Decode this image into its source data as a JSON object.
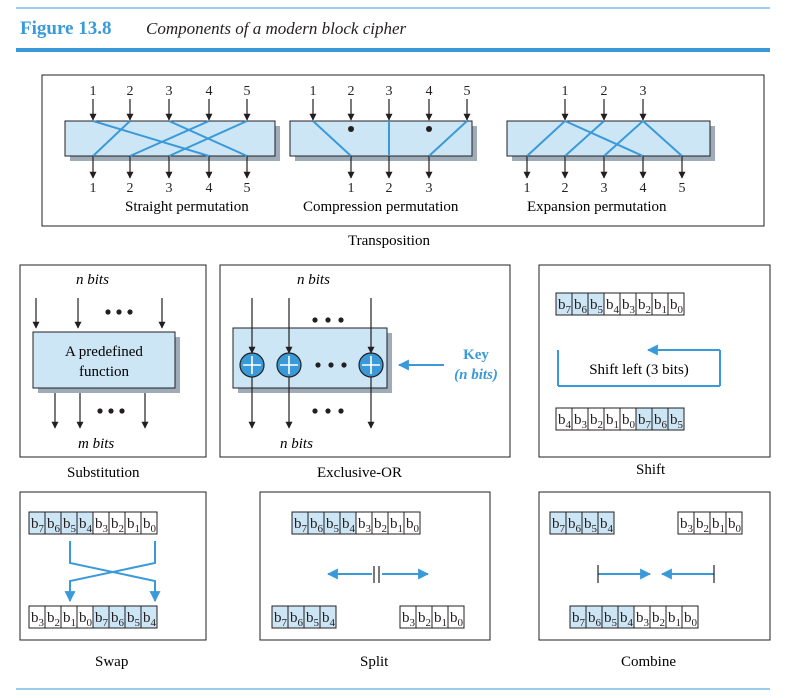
{
  "figure": {
    "label": "Figure 13.8",
    "title": "Components of a modern block cipher"
  },
  "transposition": {
    "heading": "Transposition",
    "straight": {
      "label": "Straight permutation",
      "inputs": [
        "1",
        "2",
        "3",
        "4",
        "5"
      ],
      "outputs": [
        "1",
        "2",
        "3",
        "4",
        "5"
      ]
    },
    "compression": {
      "label": "Compression permutation",
      "inputs": [
        "1",
        "2",
        "3",
        "4",
        "5"
      ],
      "outputs": [
        "1",
        "2",
        "3"
      ]
    },
    "expansion": {
      "label": "Expansion permutation",
      "inputs": [
        "1",
        "2",
        "3"
      ],
      "outputs": [
        "1",
        "2",
        "3",
        "4",
        "5"
      ]
    }
  },
  "substitution": {
    "caption": "Substitution",
    "top_label": "n bits",
    "bottom_label": "m bits",
    "box_line1": "A predefined",
    "box_line2": "function"
  },
  "xor": {
    "caption": "Exclusive-OR",
    "top_label": "n bits",
    "bottom_label": "n bits",
    "key_line1": "Key",
    "key_line2": "(n bits)"
  },
  "shift": {
    "caption": "Shift",
    "box_label": "Shift left (3 bits)",
    "top_bits": [
      "b7",
      "b6",
      "b5",
      "b4",
      "b3",
      "b2",
      "b1",
      "b0"
    ],
    "bottom_bits": [
      "b4",
      "b3",
      "b2",
      "b1",
      "b0",
      "b7",
      "b6",
      "b5"
    ]
  },
  "swap": {
    "caption": "Swap",
    "top_bits": [
      "b7",
      "b6",
      "b5",
      "b4",
      "b3",
      "b2",
      "b1",
      "b0"
    ],
    "bottom_bits": [
      "b3",
      "b2",
      "b1",
      "b0",
      "b7",
      "b6",
      "b5",
      "b4"
    ]
  },
  "split": {
    "caption": "Split",
    "top_bits": [
      "b7",
      "b6",
      "b5",
      "b4",
      "b3",
      "b2",
      "b1",
      "b0"
    ],
    "left_bits": [
      "b7",
      "b6",
      "b5",
      "b4"
    ],
    "right_bits": [
      "b3",
      "b2",
      "b1",
      "b0"
    ]
  },
  "combine": {
    "caption": "Combine",
    "left_bits": [
      "b7",
      "b6",
      "b5",
      "b4"
    ],
    "right_bits": [
      "b3",
      "b2",
      "b1",
      "b0"
    ],
    "bottom_bits": [
      "b7",
      "b6",
      "b5",
      "b4",
      "b3",
      "b2",
      "b1",
      "b0"
    ]
  },
  "colors": {
    "accent": "#3a9ad9",
    "fill": "#cde6f5",
    "ink": "#231f20"
  }
}
